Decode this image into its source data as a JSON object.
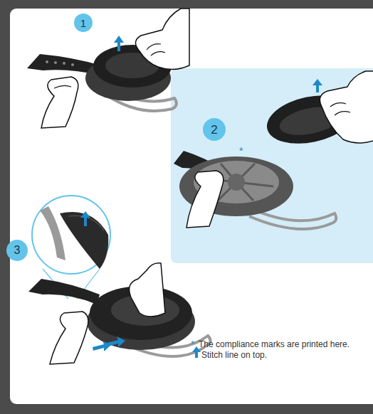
{
  "diagram": {
    "nodes": [
      {
        "text": [
          "1"
        ]
      },
      {
        "text": [
          "2"
        ]
      },
      {
        "text": [
          "3"
        ]
      }
    ],
    "labels": [
      "*",
      "*",
      "The compliance marks are printed here.",
      "Stitch line on top."
    ]
  }
}
